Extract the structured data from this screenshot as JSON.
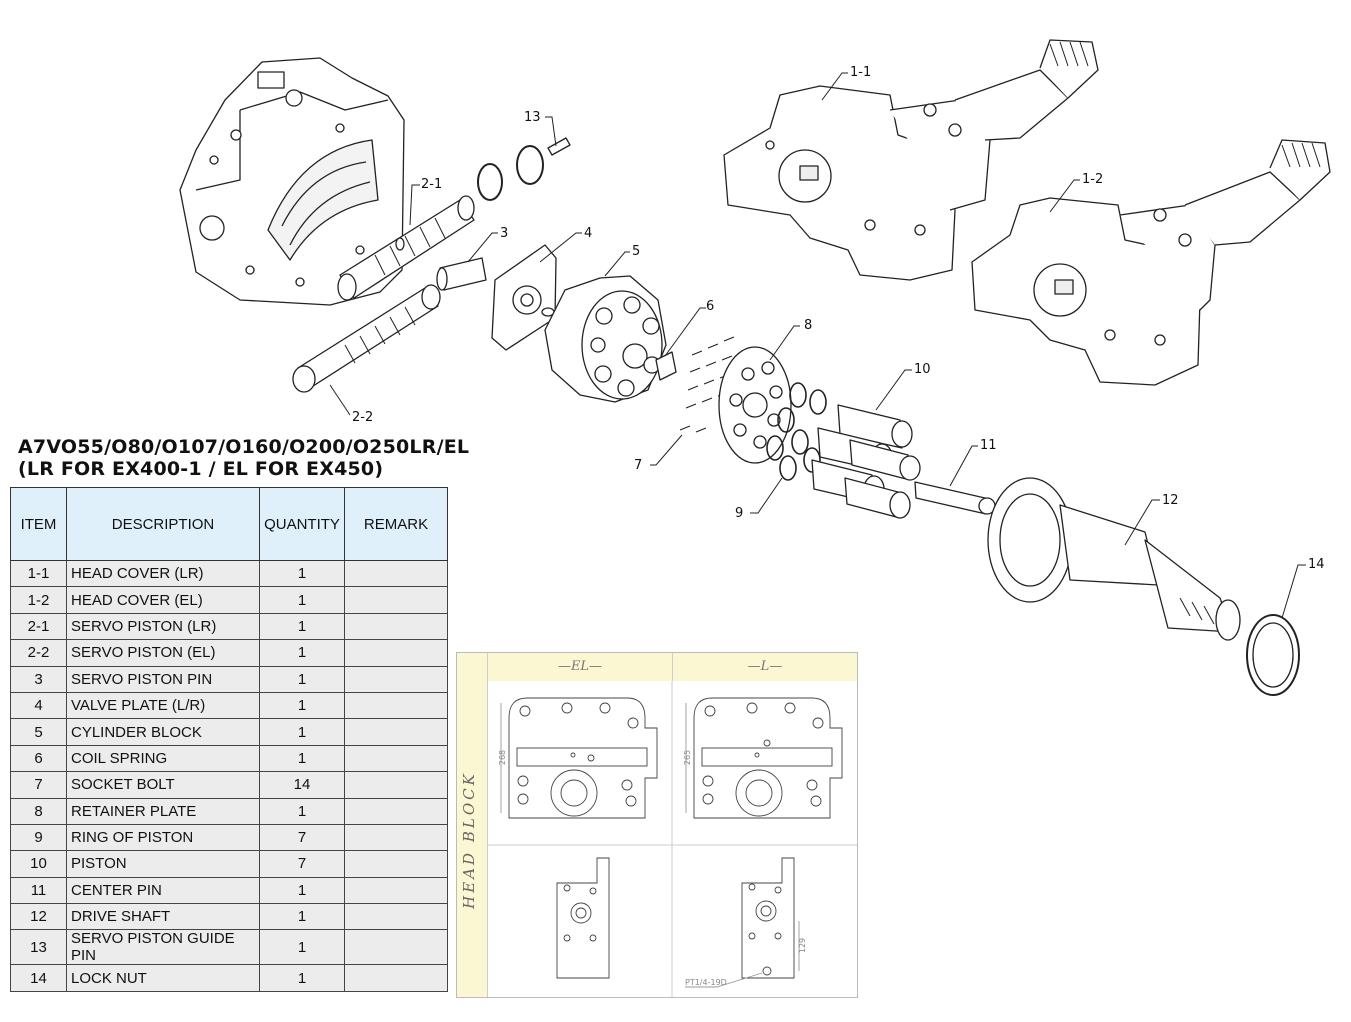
{
  "title": {
    "line1": "A7VO55/O80/O107/O160/O200/O250LR/EL",
    "line2": "(LR FOR EX400-1 / EL FOR EX450)"
  },
  "callouts": [
    "1-1",
    "1-2",
    "2-1",
    "2-2",
    "3",
    "4",
    "5",
    "6",
    "7",
    "8",
    "9",
    "10",
    "11",
    "12",
    "13",
    "14"
  ],
  "table": {
    "headers": [
      "ITEM",
      "DESCRIPTION",
      "QUANTITY",
      "REMARK"
    ],
    "rows": [
      {
        "item": "1-1",
        "description": "HEAD COVER (LR)",
        "quantity": "1",
        "remark": ""
      },
      {
        "item": "1-2",
        "description": "HEAD COVER (EL)",
        "quantity": "1",
        "remark": ""
      },
      {
        "item": "2-1",
        "description": "SERVO PISTON (LR)",
        "quantity": "1",
        "remark": ""
      },
      {
        "item": "2-2",
        "description": "SERVO PISTON (EL)",
        "quantity": "1",
        "remark": ""
      },
      {
        "item": "3",
        "description": "SERVO PISTON PIN",
        "quantity": "1",
        "remark": ""
      },
      {
        "item": "4",
        "description": "VALVE PLATE (L/R)",
        "quantity": "1",
        "remark": ""
      },
      {
        "item": "5",
        "description": "CYLINDER BLOCK",
        "quantity": "1",
        "remark": ""
      },
      {
        "item": "6",
        "description": "COIL SPRING",
        "quantity": "1",
        "remark": ""
      },
      {
        "item": "7",
        "description": "SOCKET BOLT",
        "quantity": "14",
        "remark": ""
      },
      {
        "item": "8",
        "description": "RETAINER PLATE",
        "quantity": "1",
        "remark": ""
      },
      {
        "item": "9",
        "description": "RING OF PISTON",
        "quantity": "7",
        "remark": ""
      },
      {
        "item": "10",
        "description": "PISTON",
        "quantity": "7",
        "remark": ""
      },
      {
        "item": "11",
        "description": "CENTER PIN",
        "quantity": "1",
        "remark": ""
      },
      {
        "item": "12",
        "description": "DRIVE SHAFT",
        "quantity": "1",
        "remark": ""
      },
      {
        "item": "13",
        "description": "SERVO PISTON GUIDE PIN",
        "quantity": "1",
        "remark": ""
      },
      {
        "item": "14",
        "description": "LOCK NUT",
        "quantity": "1",
        "remark": ""
      }
    ]
  },
  "head_block": {
    "side_label": "HEAD BLOCK",
    "col_el": "—EL—",
    "col_l": "—L—",
    "dim_el": "268",
    "dim_l": "265",
    "dim_side": "129",
    "port_label": "PT1/4-19D"
  },
  "colors": {
    "table_header_bg": "#dff0fb",
    "table_row_bg": "#ececec",
    "head_block_accent": "#fbf7d2"
  }
}
